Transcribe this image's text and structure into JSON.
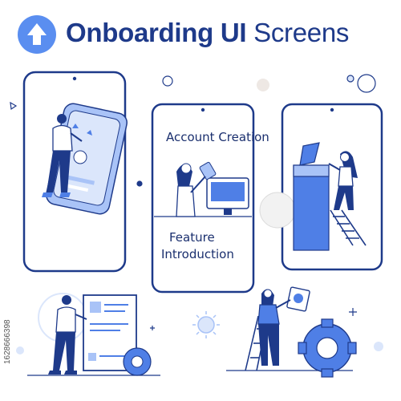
{
  "header": {
    "title_bold": "Onboarding UI",
    "title_regular": "Screens"
  },
  "screens": {
    "account_creation": "Account Creation",
    "feature_intro_line1": "Feature",
    "feature_intro_line2": "Introduction"
  },
  "stock_id": "1628666398",
  "colors": {
    "navy": "#1e3a8a",
    "accent_blue": "#4f7fe6",
    "light_blue": "#a9c3f7",
    "pale_blue": "#dbe6fb",
    "logo_blue": "#5a8ef0"
  }
}
